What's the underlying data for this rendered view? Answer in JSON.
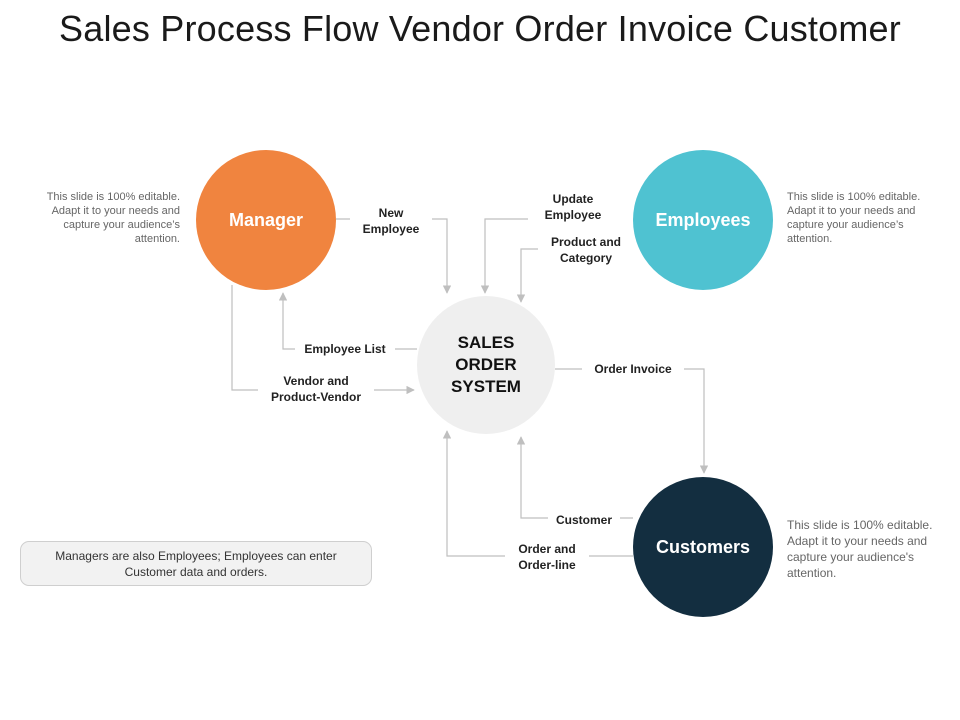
{
  "title": "Sales Process Flow Vendor Order Invoice Customer",
  "nodes": {
    "manager": {
      "label": "Manager",
      "color": "#F0843F"
    },
    "employees": {
      "label": "Employees",
      "color": "#4FC2D1"
    },
    "customers": {
      "label": "Customers",
      "color": "#132E40"
    },
    "system": {
      "label": "SALES\nORDER\nSYSTEM",
      "color": "#EFEFEF"
    }
  },
  "descriptions": {
    "manager": "This slide is 100% editable. Adapt it to your needs and capture your audience’s attention.",
    "employees": "This slide is 100% editable. Adapt it to your needs and capture your audience’s attention.",
    "customers": "This slide is 100% editable. Adapt it to your needs and capture your audience's attention."
  },
  "flows": {
    "new_employee": "New\nEmployee",
    "update_employee": "Update\nEmployee",
    "product_category": "Product and\nCategory",
    "employee_list": "Employee List",
    "vendor_product": "Vendor and\nProduct-Vendor",
    "order_invoice": "Order Invoice",
    "customer": "Customer",
    "order_line": "Order and\nOrder-line"
  },
  "note": "Managers are also Employees; Employees can enter Customer data and orders.",
  "colors": {
    "connector": "#BFBFBF"
  }
}
